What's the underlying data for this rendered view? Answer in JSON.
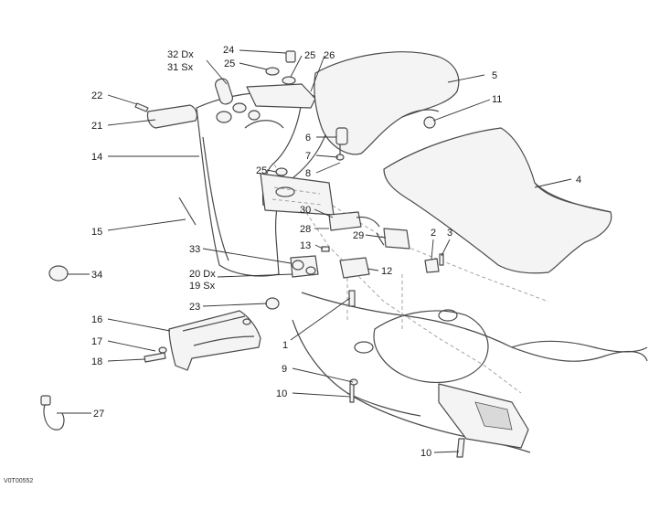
{
  "drawing_code": "V0T00552",
  "callouts": {
    "c1": "1",
    "c2": "2",
    "c3": "3",
    "c4": "4",
    "c5": "5",
    "c6": "6",
    "c7": "7",
    "c8": "8",
    "c9": "9",
    "c10a": "10",
    "c10b": "10",
    "c11": "11",
    "c12": "12",
    "c13": "13",
    "c14": "14",
    "c15": "15",
    "c16": "16",
    "c17": "17",
    "c18": "18",
    "c19": "19 Sx",
    "c20": "20 Dx",
    "c21": "21",
    "c22": "22",
    "c23": "23",
    "c24": "24",
    "c25a": "25",
    "c25b": "25",
    "c25c": "25",
    "c26": "26",
    "c27": "27",
    "c28": "28",
    "c29": "29",
    "c30": "30",
    "c31": "31 Sx",
    "c32": "32 Dx",
    "c33": "33",
    "c34": "34"
  }
}
